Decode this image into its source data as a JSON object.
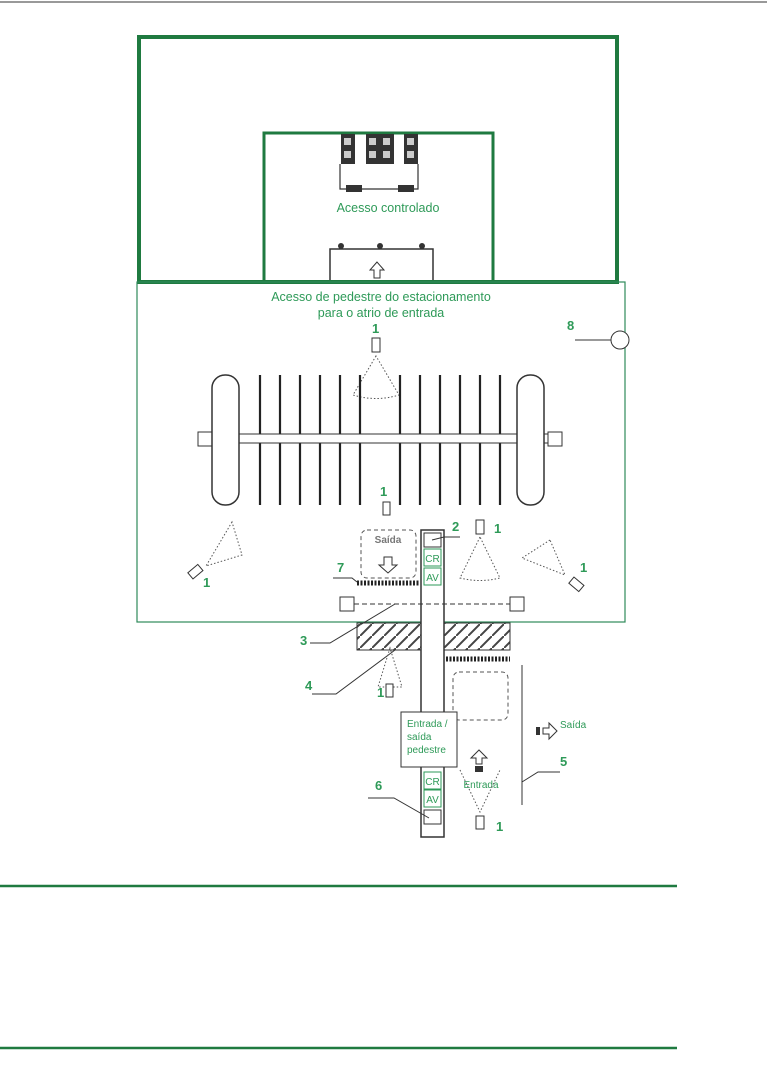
{
  "colors": {
    "wall": "#1f7a40",
    "text": "#2e9a58",
    "line": "#444444"
  },
  "diagram": {
    "controlled_access": "Acesso controlado",
    "pedestrian_access_line1": "Acesso  de pedestre do estacionamento",
    "pedestrian_access_line2": "para o atrio de entrada",
    "exit_top": "Saída",
    "cr_top": "CR",
    "av_top": "AV",
    "cr_bottom": "CR",
    "av_bottom": "AV",
    "pedestrian_box_line1": "Entrada /",
    "pedestrian_box_line2": "saída",
    "pedestrian_box_line3": "pedestre",
    "exit_right": "Saída",
    "entry": "Entrada",
    "callouts": {
      "n1": "1",
      "n2": "2",
      "n3": "3",
      "n4": "4",
      "n5": "5",
      "n6": "6",
      "n7": "7",
      "n8": "8"
    }
  }
}
